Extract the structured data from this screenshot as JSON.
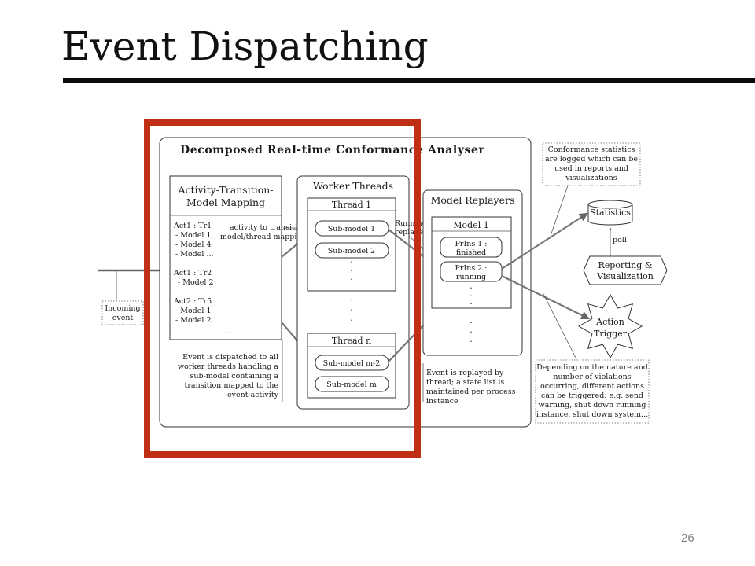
{
  "slide": {
    "title": "Event Dispatching",
    "page_number": "26",
    "highlight_color": "#bf2f14"
  },
  "diagram": {
    "analyser_title": "Decomposed Real-time Conformance Analyser",
    "incoming_event": [
      "Incoming",
      "event"
    ],
    "mapping": {
      "title": [
        "Activity-Transition-",
        "Model Mapping"
      ],
      "entries": [
        "Act1 : Tr1",
        "- Model 1",
        "- Model 4",
        "- Model ...",
        "Act1 : Tr2",
        "- Model 2",
        "Act2 : Tr5",
        "- Model 1",
        "- Model 2",
        "..."
      ]
    },
    "mapping_label": [
      "activity to transition/",
      "model/thread mapping"
    ],
    "dispatch_note": [
      "Event is dispatched to all",
      "worker threads handling a",
      "sub-model containing a",
      "transition mapped to the",
      "event activity"
    ],
    "worker_threads": {
      "title": "Worker Threads",
      "thread_1": {
        "title": "Thread 1",
        "items": [
          "Sub-model 1",
          "Sub-model 2"
        ]
      },
      "thread_n": {
        "title": "Thread n",
        "items": [
          "Sub-model m-2",
          "Sub-model m"
        ]
      }
    },
    "running_label": [
      "Running",
      "replayers"
    ],
    "model_replayers": {
      "title": "Model Replayers",
      "model_1": {
        "title": "Model 1",
        "items": [
          [
            "PrIns 1 :",
            "finished"
          ],
          [
            "PrIns 2 :",
            "running"
          ]
        ]
      }
    },
    "replay_note": [
      "Event is replayed by",
      "thread; a state list is",
      "maintained per process",
      "instance"
    ],
    "stats_note": [
      "Conformance statistics",
      "are logged which can be",
      "used in reports and",
      "visualizations"
    ],
    "statistics": "Statistics",
    "poll": "poll",
    "reporting": [
      "Reporting &",
      "Visualization"
    ],
    "action_trigger": [
      "Action",
      "Trigger"
    ],
    "violations_note": [
      "Depending on the nature and",
      "number of violations",
      "occurring, different actions",
      "can be triggered: e.g. send",
      "warning, shut down running",
      "instance, shut down system..."
    ],
    "ellipsis_dot": "."
  }
}
